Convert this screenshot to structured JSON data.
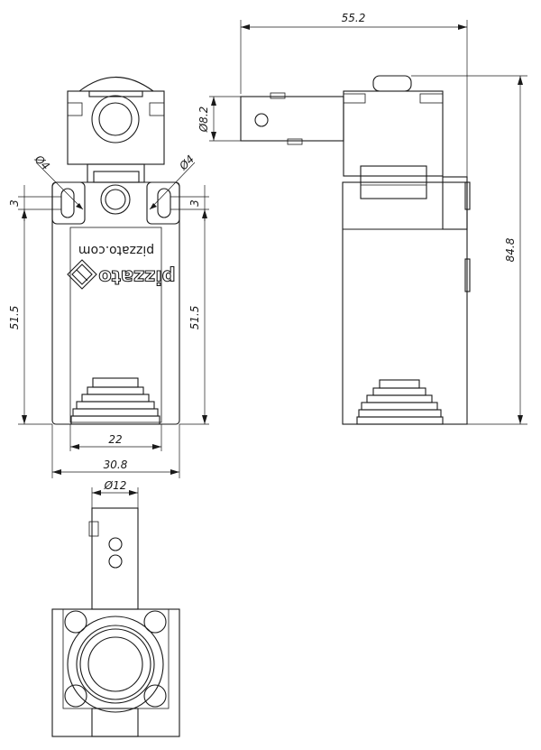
{
  "dimensions": {
    "total_width": "55.2",
    "total_height": "84.8",
    "roller_diameter": "Ø8.2",
    "hole_left": "Ø4",
    "hole_right": "Ø4",
    "edge_left": "3",
    "edge_right": "3",
    "height_left": "51.5",
    "height_right": "51.5",
    "hole_spacing": "22",
    "body_width": "30.8",
    "bottom_diameter": "Ø12"
  },
  "branding": {
    "website": "pizzato.com",
    "name": "pizzato"
  }
}
